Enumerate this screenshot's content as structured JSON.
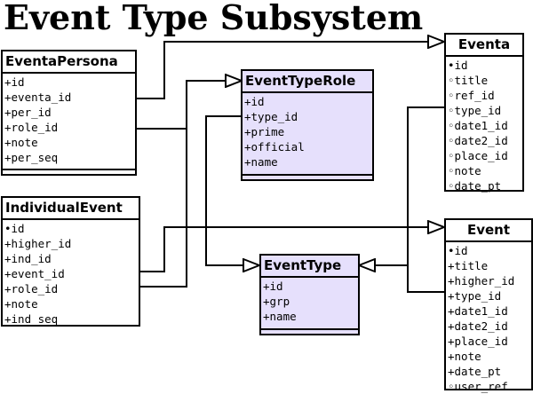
{
  "title": "Event Type Subsystem",
  "classes": {
    "eventa_persona": {
      "name": "EventaPersona",
      "fields": [
        "+id",
        "+eventa_id",
        "+per_id",
        "+role_id",
        "+note",
        "+per_seq"
      ]
    },
    "event_type_role": {
      "name": "EventTypeRole",
      "fields": [
        "+id",
        "+type_id",
        "+prime",
        "+official",
        "+name"
      ]
    },
    "eventa": {
      "name": "Eventa",
      "fields": [
        "•id",
        "◦title",
        "◦ref_id",
        "◦type_id",
        "◦date1_id",
        "◦date2_id",
        "◦place_id",
        "◦note",
        "◦date_pt"
      ]
    },
    "individual_event": {
      "name": "IndividualEvent",
      "fields": [
        "•id",
        "+higher_id",
        "+ind_id",
        "+event_id",
        "+role_id",
        "+note",
        "+ind_seq"
      ]
    },
    "event_type": {
      "name": "EventType",
      "fields": [
        "+id",
        "+grp",
        "+name"
      ]
    },
    "event": {
      "name": "Event",
      "fields": [
        "•id",
        "+title",
        "+higher_id",
        "+type_id",
        "+date1_id",
        "+date2_id",
        "+place_id",
        "+note",
        "+date_pt",
        "◦user_ref"
      ]
    }
  }
}
